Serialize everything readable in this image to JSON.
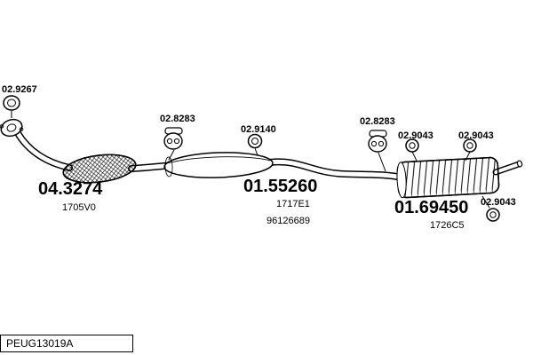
{
  "page": {
    "footer_code": "PEUG13019A"
  },
  "callouts": {
    "front_gasket": "02.9267",
    "mid_hanger": "02.8283",
    "mid_ring": "02.9140",
    "rear_hanger": "02.8283",
    "rear_ring_a": "02.9043",
    "rear_ring_b": "02.9043",
    "rear_ring_c": "02.9043"
  },
  "parts": {
    "catalyst": {
      "number": "04.3274",
      "code": "1705V0"
    },
    "mid_silencer": {
      "number": "01.55260",
      "code_a": "1717E1",
      "code_b": "96126689"
    },
    "rear_silencer": {
      "number": "01.69450",
      "code": "1726C5"
    }
  }
}
